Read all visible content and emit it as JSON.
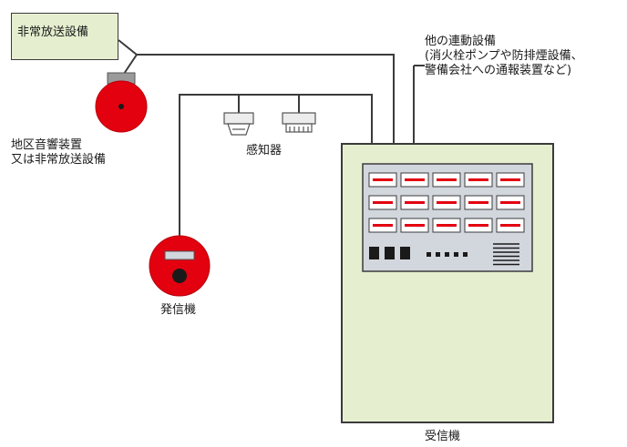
{
  "labels": {
    "broadcast_equipment": "非常放送設備",
    "bell_line1": "地区音響装置",
    "bell_line2": "又は非常放送設備",
    "detector": "感知器",
    "transmitter": "発信機",
    "receiver": "受信機",
    "interlock_line1": "他の連動設備",
    "interlock_line2": "(消火栓ポンプや防排煙設備、",
    "interlock_line3": "警備会社への通報装置など)"
  },
  "colors": {
    "panel_fill": "#e5efcf",
    "indicator_red": "#e3000f",
    "wire": "#3b3b3b",
    "inner_panel": "#d2d6dd"
  },
  "receiver_panel": {
    "indicator_rows": 3,
    "indicator_columns": 5,
    "button_count": 3,
    "dot_count": 5,
    "vent_slats": 6
  }
}
